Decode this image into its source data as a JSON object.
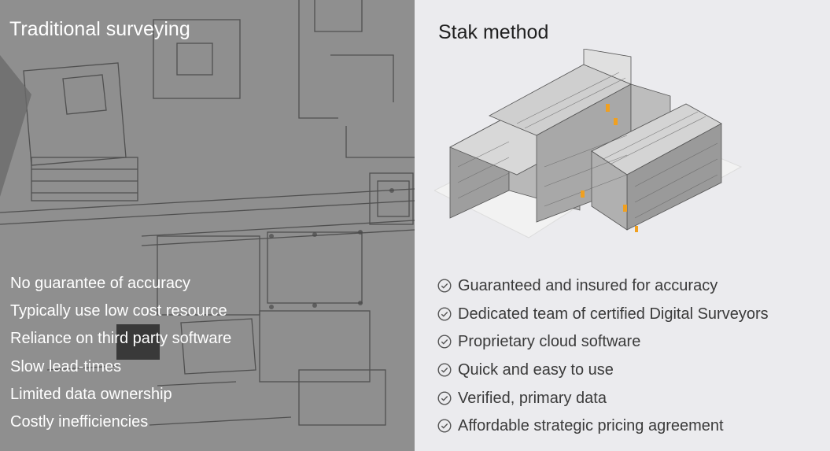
{
  "traditional": {
    "title": "Traditional surveying",
    "items": [
      "No guarantee of accuracy",
      "Typically use low cost resource",
      "Reliance on third party software",
      "Slow lead-times",
      "Limited data ownership",
      "Costly inefficiencies"
    ]
  },
  "stak": {
    "title": "Stak method",
    "items": [
      "Guaranteed and insured for accuracy",
      "Dedicated team of certified Digital Surveyors",
      "Proprietary cloud software",
      "Quick and easy to use",
      "Verified, primary data",
      "Affordable strategic pricing agreement"
    ],
    "item_icon": "check-circle-icon"
  },
  "colors": {
    "left_bg": "#8f8f8f",
    "right_bg": "#ebebee",
    "accent": "#f0a020"
  }
}
